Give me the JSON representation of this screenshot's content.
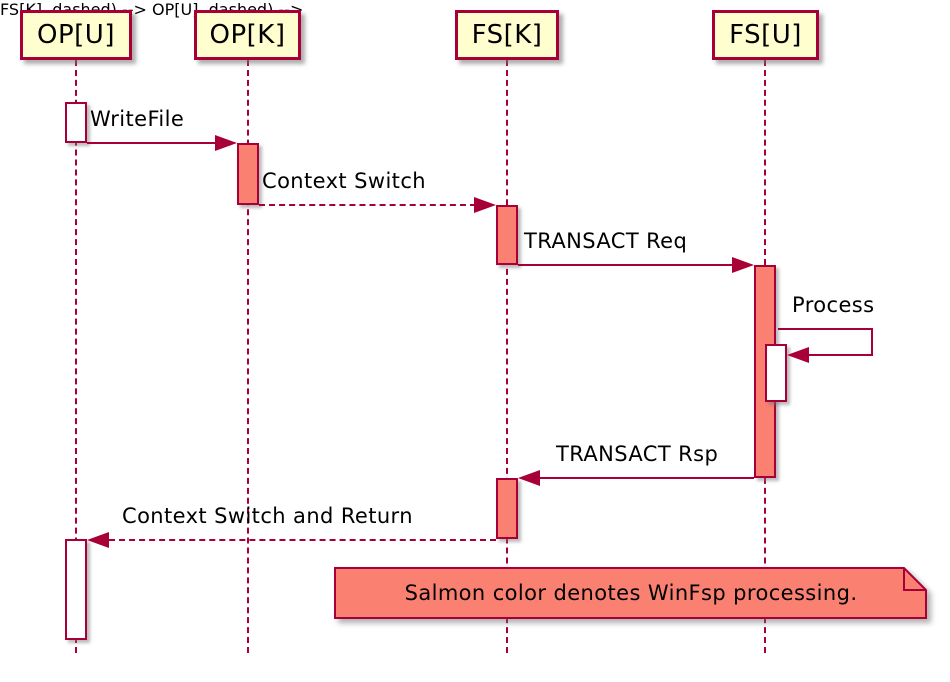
{
  "diagram": {
    "type": "sequence-diagram",
    "participants": [
      {
        "id": "opu",
        "label": "OP[U]"
      },
      {
        "id": "opk",
        "label": "OP[K]"
      },
      {
        "id": "fsk",
        "label": "FS[K]"
      },
      {
        "id": "fsu",
        "label": "FS[U]"
      }
    ],
    "messages": [
      {
        "label": "WriteFile",
        "from": "OP[U]",
        "to": "OP[K]",
        "style": "solid"
      },
      {
        "label": "Context Switch",
        "from": "OP[K]",
        "to": "FS[K]",
        "style": "dashed"
      },
      {
        "label": "TRANSACT Req",
        "from": "FS[K]",
        "to": "FS[U]",
        "style": "solid"
      },
      {
        "label": "Process",
        "from": "FS[U]",
        "to": "FS[U]",
        "style": "self"
      },
      {
        "label": "TRANSACT Rsp",
        "from": "FS[U]",
        "to": "FS[K]",
        "style": "solid"
      },
      {
        "label": "Context Switch and Return",
        "from": "FS[K]",
        "to": "OP[U]",
        "style": "dashed"
      }
    ],
    "note": {
      "text": "Salmon color denotes WinFsp processing."
    },
    "colors": {
      "participant_fill": "#FEFECE",
      "line": "#A80036",
      "salmon": "#FA8072",
      "activation_idle": "#FFFFFF",
      "text": "#000000",
      "background": "#FFFFFF"
    }
  }
}
